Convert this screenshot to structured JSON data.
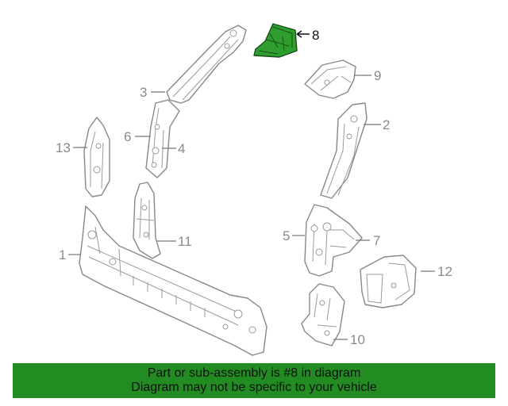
{
  "diagram": {
    "highlight_color": "#2f9e2f",
    "highlighted_part": "8",
    "callouts": {
      "c1": "1",
      "c2": "2",
      "c3": "3",
      "c4": "4",
      "c5": "5",
      "c6": "6",
      "c7": "7",
      "c8": "8",
      "c9": "9",
      "c10": "10",
      "c11": "11",
      "c12": "12",
      "c13": "13"
    }
  },
  "banner": {
    "background": "#228b22",
    "line1": "Part or sub-assembly is #8 in diagram",
    "line2": "Diagram may not be specific to your vehicle"
  }
}
